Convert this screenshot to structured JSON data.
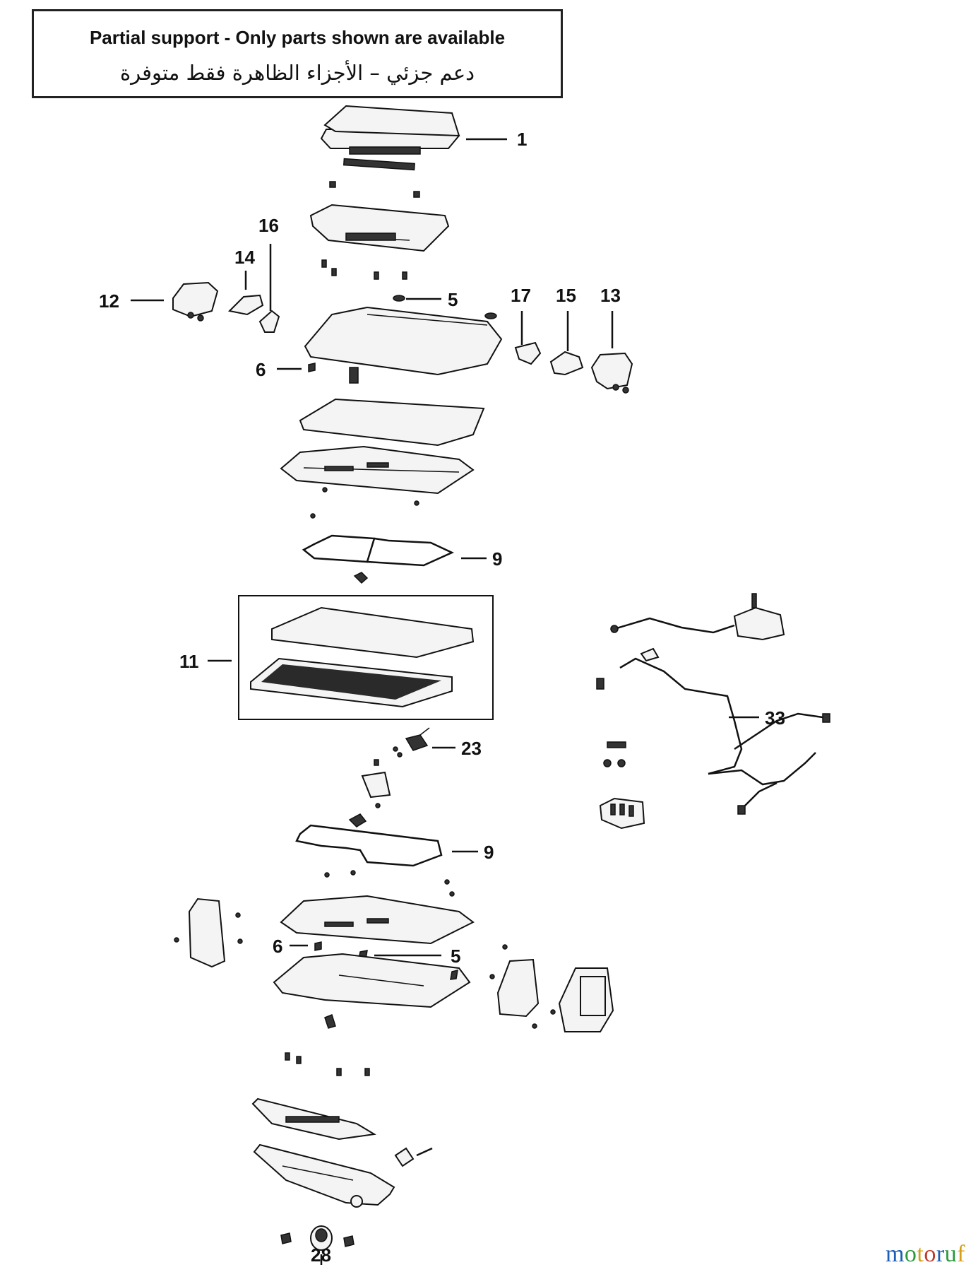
{
  "notice": {
    "english": "Partial support - Only parts shown are available",
    "arabic": "دعم جزئي – الأجزاء الظاهرة فقط متوفرة"
  },
  "callouts": [
    {
      "id": "c1",
      "label": "1"
    },
    {
      "id": "c16",
      "label": "16"
    },
    {
      "id": "c14",
      "label": "14"
    },
    {
      "id": "c12",
      "label": "12"
    },
    {
      "id": "c5a",
      "label": "5"
    },
    {
      "id": "c17",
      "label": "17"
    },
    {
      "id": "c15",
      "label": "15"
    },
    {
      "id": "c13",
      "label": "13"
    },
    {
      "id": "c6a",
      "label": "6"
    },
    {
      "id": "c9a",
      "label": "9"
    },
    {
      "id": "c11",
      "label": "11"
    },
    {
      "id": "c33",
      "label": "33"
    },
    {
      "id": "c23",
      "label": "23"
    },
    {
      "id": "c9b",
      "label": "9"
    },
    {
      "id": "c6b",
      "label": "6"
    },
    {
      "id": "c5b",
      "label": "5"
    },
    {
      "id": "c28",
      "label": "28"
    }
  ],
  "watermark": {
    "text_main": "motoruf",
    "colors": {
      "m": "#1a5fb4",
      "o": "#2b9a3e",
      "t": "#d4a017",
      "o2": "#c0392b",
      "r": "#1a5fb4",
      "u": "#2b9a3e",
      "f": "#d4a017"
    }
  }
}
